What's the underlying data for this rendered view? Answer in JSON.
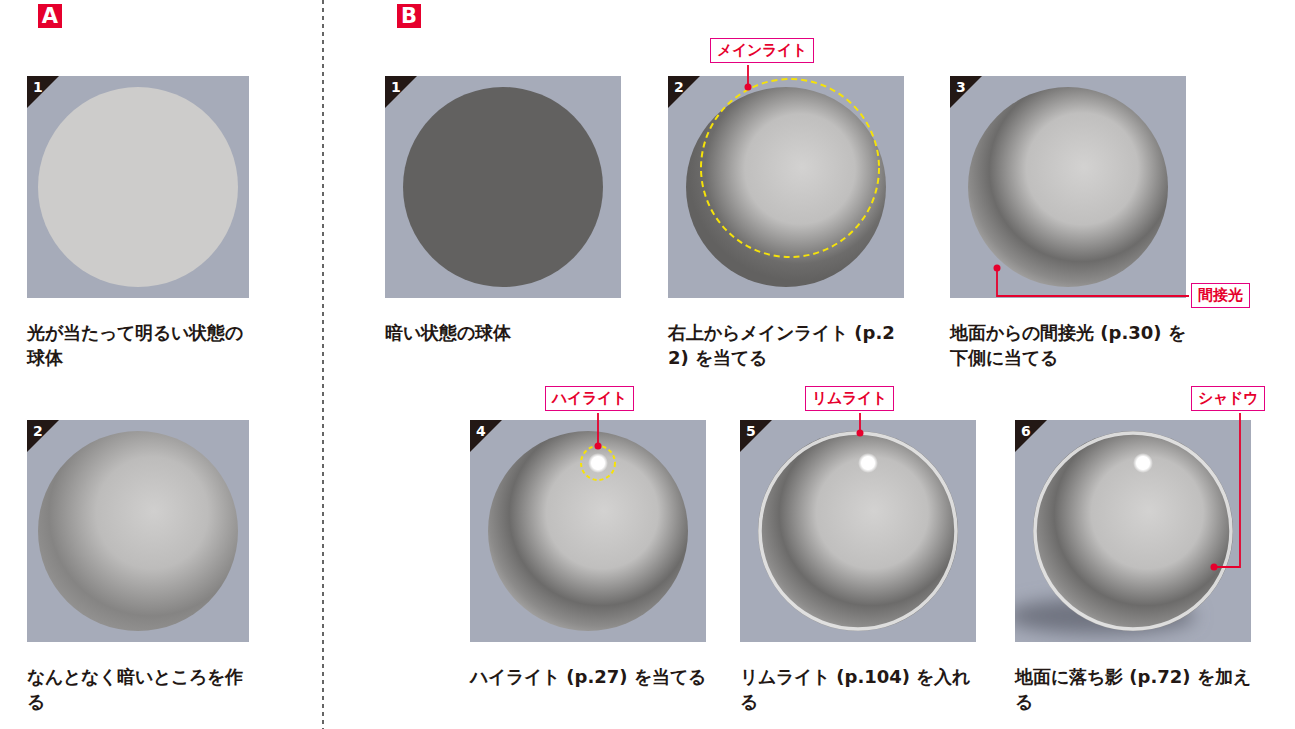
{
  "diagram": {
    "nodes": [
      {
        "text": [
          "A"
        ]
      },
      {
        "text": [
          "1",
          "光が当たって明るい状態の球体"
        ]
      },
      {
        "text": [
          "2",
          "なんとなく暗いところを作る"
        ]
      },
      {
        "text": [
          "B"
        ]
      },
      {
        "text": [
          "1",
          "暗い状態の球体"
        ]
      },
      {
        "text": [
          "メインライト"
        ]
      },
      {
        "text": [
          "2",
          "右上からメインライト (p.22) を当てる"
        ]
      },
      {
        "text": [
          "3",
          "地面からの間接光 (p.30) を下側に当てる"
        ]
      },
      {
        "text": [
          "間接光"
        ]
      },
      {
        "text": [
          "ハイライト"
        ]
      },
      {
        "text": [
          "4",
          "ハイライト (p.27) を当てる"
        ]
      },
      {
        "text": [
          "リムライト"
        ]
      },
      {
        "text": [
          "5",
          "リムライト (p.104) を入れる"
        ]
      },
      {
        "text": [
          "シャドウ"
        ]
      },
      {
        "text": [
          "6",
          "地面に落ち影 (p.72) を加える"
        ]
      }
    ]
  }
}
